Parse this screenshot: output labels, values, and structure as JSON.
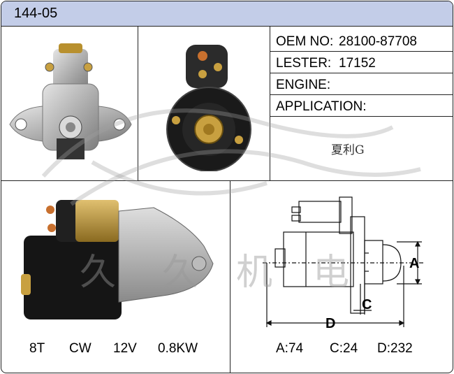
{
  "header": {
    "part_code": "144-05"
  },
  "specs": [
    {
      "label": "OEM NO:",
      "value": "28100-87708"
    },
    {
      "label": "LESTER:",
      "value": "17152"
    },
    {
      "label": "ENGINE:",
      "value": ""
    },
    {
      "label": "APPLICATION:",
      "value": ""
    }
  ],
  "handwritten_note": "夏利G",
  "motor_specs": {
    "teeth": "8T",
    "rotation": "CW",
    "voltage": "12V",
    "power": "0.8KW"
  },
  "dimensions": {
    "a_text": "A:74",
    "c_text": "C:24",
    "d_text": "D:232",
    "a_marker": "A",
    "c_marker": "C",
    "d_marker": "D"
  },
  "watermark": {
    "chars": [
      "久",
      "久",
      "机",
      "电"
    ]
  },
  "colors": {
    "header_bg": "#c3cde8",
    "border": "#222222",
    "housing": "#9a9a9a",
    "solenoid_brass": "#b8902e",
    "motor_black": "#1a1a1a"
  }
}
